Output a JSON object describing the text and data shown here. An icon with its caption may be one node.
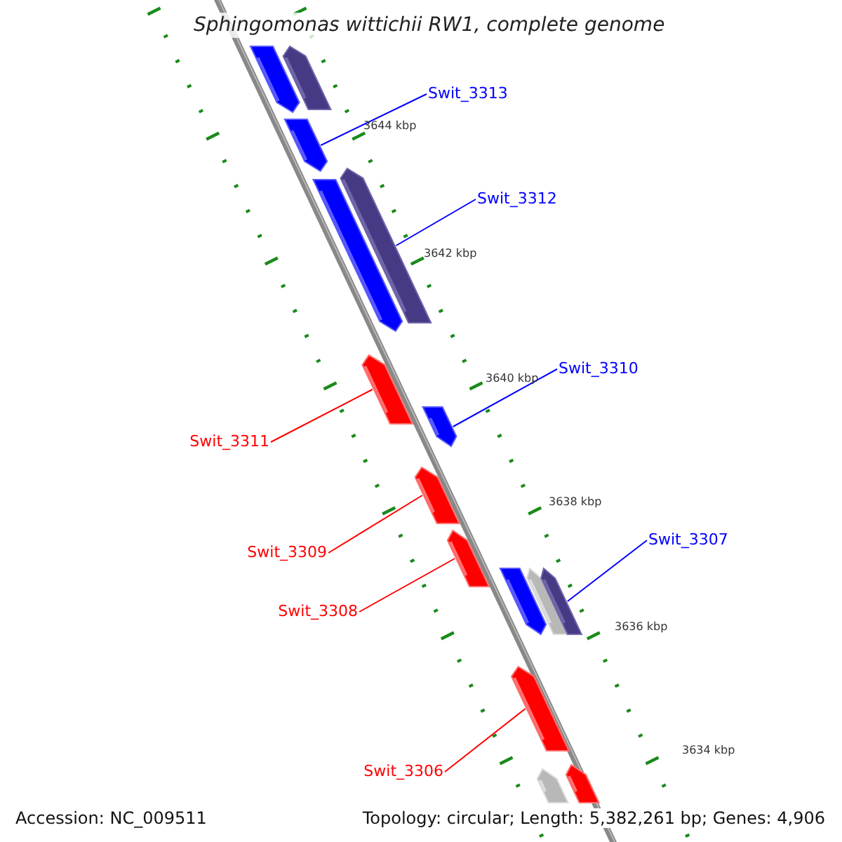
{
  "diagram": {
    "title": "Sphingomonas wittichii RW1, complete genome",
    "nodes": [
      {
        "text": [],
        "shape": "bar"
      },
      {
        "text": [],
        "shape": "bar"
      },
      {
        "text": [
          "Swit_3313"
        ]
      },
      {
        "text": [],
        "shape": "bar"
      },
      {
        "text": [],
        "shape": "bar"
      },
      {
        "text": [],
        "shape": "bar"
      },
      {
        "text": [
          "Swit_3312"
        ]
      },
      {
        "text": [],
        "shape": "bar"
      },
      {
        "text": [
          "Swit_3310"
        ]
      },
      {
        "text": [],
        "shape": "bar"
      },
      {
        "text": [
          "Swit_3311"
        ]
      },
      {
        "text": [],
        "shape": "bar"
      },
      {
        "text": [],
        "shape": "bar"
      },
      {
        "text": [
          "Swit_3307"
        ]
      },
      {
        "text": [
          "Swit_3309"
        ]
      },
      {
        "text": [],
        "shape": "bar"
      },
      {
        "text": [],
        "shape": "bar"
      },
      {
        "text": [],
        "shape": "bar"
      },
      {
        "text": [
          "Swit_3308"
        ]
      },
      {
        "text": [],
        "shape": "bar"
      },
      {
        "text": [
          "Swit_3306"
        ]
      },
      {
        "text": [],
        "shape": "bar"
      },
      {
        "text": [],
        "shape": "bar"
      }
    ],
    "edges": [
      {
        "from": 2,
        "to": 3,
        "arrow": "none",
        "color": "#0000ff"
      },
      {
        "from": 6,
        "to": 4,
        "arrow": "none",
        "color": "#0000ff"
      },
      {
        "from": 8,
        "to": 9,
        "arrow": "none",
        "color": "#0000ff"
      },
      {
        "from": 10,
        "to": 7,
        "arrow": "none",
        "color": "#ff0000"
      },
      {
        "from": 14,
        "to": 11,
        "arrow": "none",
        "color": "#ff0000"
      },
      {
        "from": 18,
        "to": 12,
        "arrow": "none",
        "color": "#ff0000"
      },
      {
        "from": 13,
        "to": 17,
        "arrow": "none",
        "color": "#0000ff"
      },
      {
        "from": 20,
        "to": 19,
        "arrow": "none",
        "color": "#ff0000"
      }
    ],
    "labels": [
      "3644 kbp",
      "3642 kbp",
      "3640 kbp",
      "3638 kbp",
      "3636 kbp",
      "3634 kbp",
      "Accession: NC_009511",
      "Topology: circular; Length: 5,382,261 bp; Genes: 4,906"
    ]
  }
}
